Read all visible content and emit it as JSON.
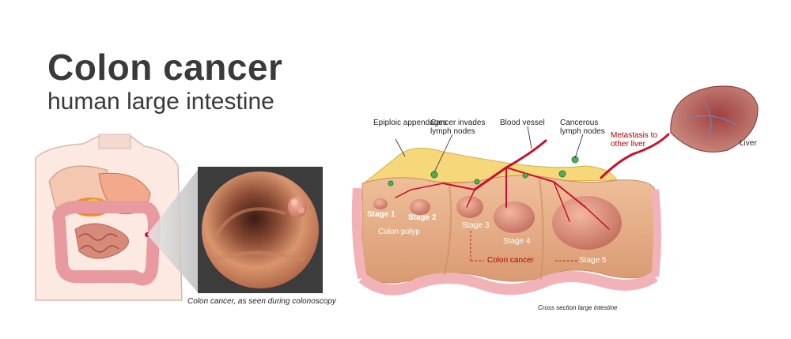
{
  "title": "Colon cancer",
  "subtitle": "human large intestine",
  "labels": {
    "epiploic": "Epiploic appendages",
    "cancer_invades": "Cancer invades lymph nodes",
    "blood_vessel": "Blood vessel",
    "cancerous_lymph": "Cancerous lymph nodes",
    "metastasis": "Metastasis to other liver",
    "liver": "Liver",
    "stage1": "Stage 1",
    "stage2": "Stage 2",
    "stage3": "Stage 3",
    "stage4": "Stage 4",
    "stage5": "Stage 5",
    "colon_polyp": "Colon polyp",
    "colon_cancer": "Colon cancer"
  },
  "captions": {
    "colonoscopy": "Colon cancer, as seen during colonoscopy",
    "cross_section": "Cross section large intestine"
  },
  "colors": {
    "title": "#3a3a3a",
    "tissue": "#e8b48f",
    "mucosa": "#f2b3b8",
    "fat": "#f6d77a",
    "vessel": "#c8102e",
    "node": "#4caf50",
    "metastasis_label": "#b30000"
  }
}
